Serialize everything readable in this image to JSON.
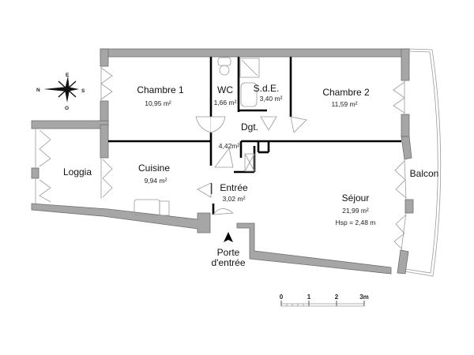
{
  "plan": {
    "rooms": [
      {
        "name": "Chambre 1",
        "area": "10,95 m²"
      },
      {
        "name": "WC",
        "area": "1,66 m²"
      },
      {
        "name": "S.d.E.",
        "area": "3,40 m²"
      },
      {
        "name": "Chambre 2",
        "area": "11,59 m²"
      },
      {
        "name": "Dgt.",
        "area": "4,42m²"
      },
      {
        "name": "Loggia"
      },
      {
        "name": "Cuisine",
        "area": "9,94 m²"
      },
      {
        "name": "Entrée",
        "area": "3,02 m²"
      },
      {
        "name": "Séjour",
        "area": "21,99 m²",
        "height": "Hsp = 2,48 m"
      },
      {
        "name": "Balcon"
      }
    ],
    "entrance": {
      "line1": "Porte",
      "line2": "d'entrée"
    },
    "compass": {
      "north": "N",
      "south": "S",
      "east": "E",
      "west": "O"
    },
    "scale": {
      "ticks": [
        "0",
        "1",
        "2",
        "3m"
      ]
    }
  }
}
